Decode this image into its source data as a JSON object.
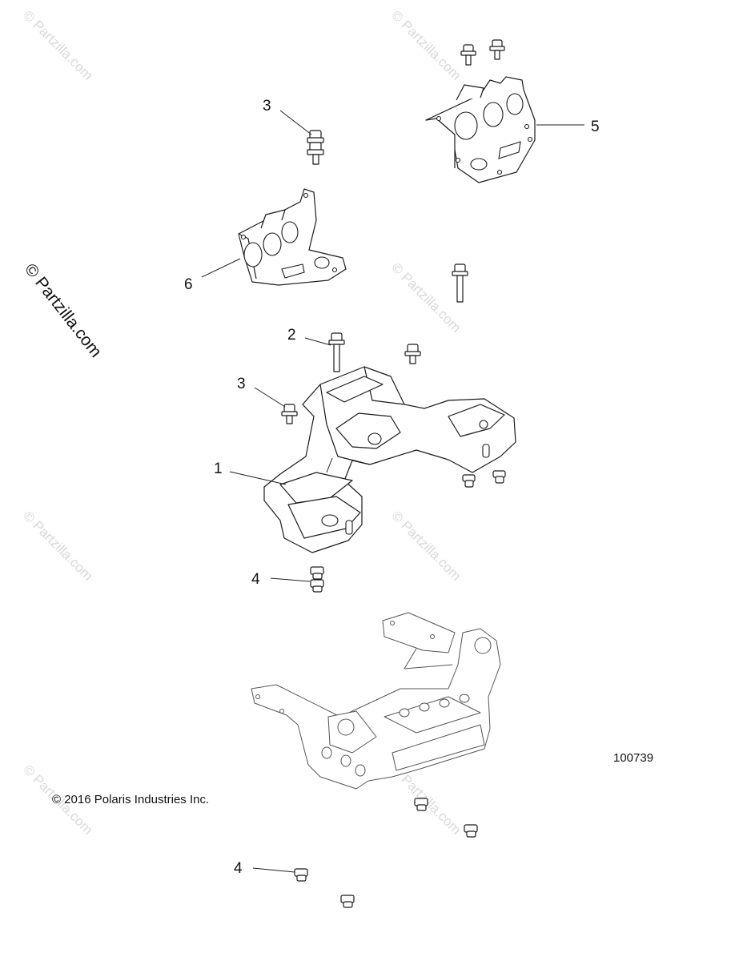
{
  "diagram": {
    "figure_number": "100739",
    "copyright": "© 2016 Polaris Industries Inc.",
    "side_watermark": "© Partzilla.com",
    "faint_watermark": "© Partzilla.com",
    "callouts": {
      "c1": "1",
      "c2": "2",
      "c3a": "3",
      "c3b": "3",
      "c4a": "4",
      "c4b": "4",
      "c5": "5",
      "c6": "6"
    }
  },
  "colors": {
    "line": "#1a1a1a",
    "watermark": "#d9d9d9",
    "background": "#ffffff"
  }
}
